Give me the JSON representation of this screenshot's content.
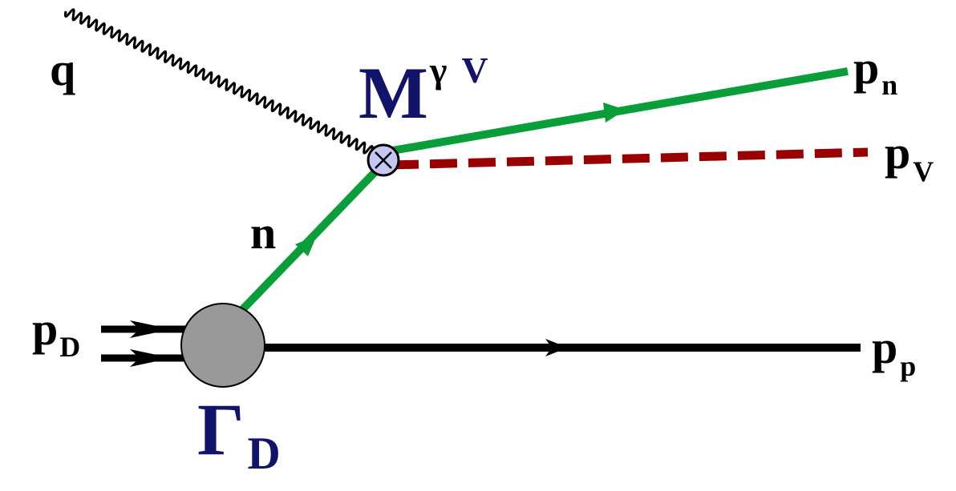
{
  "colors": {
    "neutron": "#0a9e3a",
    "meson": "#990000",
    "proton": "#000000",
    "vertex_fill": "#c5c6f2",
    "blob_fill": "#999999",
    "label_dark": "#000000",
    "label_navy": "#12146b"
  },
  "labels": {
    "q": "q",
    "M": "M",
    "M_sup_gamma": "γ",
    "M_sup_V": "V",
    "p": "p",
    "p_n_sub": "n",
    "p_V_sub": "V",
    "n": "n",
    "p_D_sub": "D",
    "p_p_sub": "p",
    "Gamma": "Γ",
    "Gamma_sub": "D"
  },
  "icons": {
    "vertex": "crossed-circle-icon",
    "blob": "filled-circle-icon"
  }
}
